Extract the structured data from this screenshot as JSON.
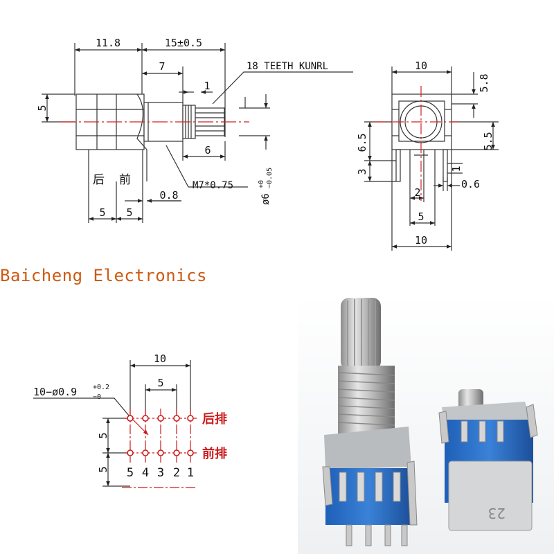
{
  "brand": {
    "name": "Baicheng Electronics",
    "color": "#cc5a12"
  },
  "side_view": {
    "dim_body_width": "11.8",
    "dim_shaft_length": "15±0.5",
    "dim_thread_length": "7",
    "dim_knurl_gap": "1",
    "dim_knurl_length": "6",
    "dim_height": "5",
    "dim_pin_offset": "0.8",
    "dim_pin_pitch_a": "5",
    "dim_pin_pitch_b": "5",
    "label_knurl": "18 TEETH KUNRL",
    "label_thread": "M7*0.75",
    "label_shaft_dia_base": "ø6",
    "label_shaft_dia_tol_upper": "+0",
    "label_shaft_dia_tol_lower": "−0.05",
    "label_back": "后",
    "label_front": "前"
  },
  "front_view": {
    "dim_top_width": "10",
    "dim_top_offset": "5.8",
    "dim_height_left": "6.5",
    "dim_height_right": "5.5",
    "dim_pin_height": "3",
    "dim_pin_gap": "1",
    "dim_pin_width": "0.6",
    "dim_pin_spacing": "2",
    "dim_pin_span": "5",
    "dim_bottom_width": "10"
  },
  "pcb_layout": {
    "dim_width": "10",
    "dim_pitch": "5",
    "hole_spec_base": "10−ø0.9",
    "hole_spec_tol_upper": "+0.2",
    "hole_spec_tol_lower": "−0",
    "dim_row_a": "5",
    "dim_row_b": "5",
    "label_back_row": "后排",
    "label_front_row": "前排",
    "pin_numbers": [
      "5",
      "4",
      "3",
      "2",
      "1"
    ],
    "accent_color": "#cc1a1a"
  },
  "photo": {
    "part_marking": "23"
  }
}
